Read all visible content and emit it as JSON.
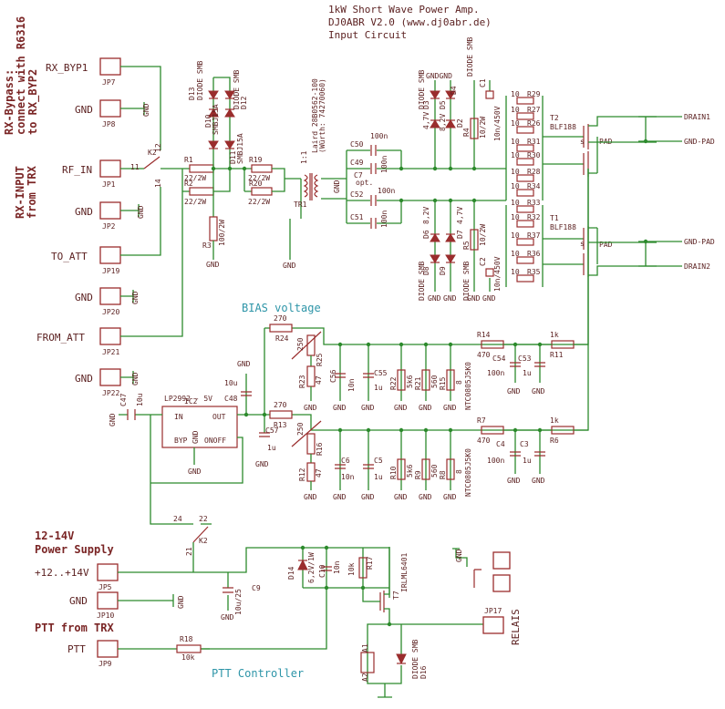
{
  "title": {
    "line1": "1kW Short Wave Power Amp.",
    "line2": "DJ0ABR  V2.0 (www.dj0abr.de)",
    "line3": "Input Circuit"
  },
  "side_notes": {
    "bypass": [
      "RX-Bypass:",
      "connect with R6316",
      "to RX_BYP2"
    ],
    "rx_input": [
      "RX-INPUT",
      "from TRX"
    ]
  },
  "sections": {
    "bias": "BIAS voltage",
    "power_supply": [
      "12-14V",
      "Power Supply"
    ],
    "ptt_from_trx": "PTT from TRX",
    "ptt_controller": "PTT Controller"
  },
  "connectors": [
    {
      "name": "RX_BYP1",
      "ref": "JP7"
    },
    {
      "name": "GND",
      "ref": "JP8"
    },
    {
      "name": "RF_IN",
      "ref": "JP1"
    },
    {
      "name": "GND",
      "ref": "JP2"
    },
    {
      "name": "TO_ATT",
      "ref": "JP19"
    },
    {
      "name": "GND",
      "ref": "JP20"
    },
    {
      "name": "FROM_ATT",
      "ref": "JP21"
    },
    {
      "name": "GND",
      "ref": "JP22"
    },
    {
      "name": "+12..+14V",
      "ref": "JP5"
    },
    {
      "name": "GND",
      "ref": "JP10"
    },
    {
      "name": "PTT",
      "ref": "JP9"
    },
    {
      "name": "RELAIS",
      "ref": "JP17"
    }
  ],
  "outputs": [
    "DRAIN1",
    "GND-PAD",
    "GND-PAD",
    "DRAIN2"
  ],
  "components": {
    "r1": [
      "R1",
      "22/2W"
    ],
    "r2": [
      "R2",
      "22/2W"
    ],
    "r3": [
      "R3",
      "100/2W"
    ],
    "r19": [
      "R19",
      "22/2W"
    ],
    "r20": [
      "R20",
      "22/2W"
    ],
    "d13": [
      "D13",
      "DIODE SMB",
      "SMBJ15A"
    ],
    "d10": [
      "D10"
    ],
    "d12": [
      "D12",
      "DIODE SMB"
    ],
    "d11": [
      "D11",
      "SMBJ15A"
    ],
    "tr1": [
      "TR1",
      "Laird 28B0562-100",
      "(Würth: 74270060)",
      "1:1"
    ],
    "c7": [
      "C7",
      "opt."
    ],
    "c50": [
      "C50",
      "100n"
    ],
    "c49": [
      "C49",
      "100n"
    ],
    "c52": [
      "C52",
      "100n"
    ],
    "c51": [
      "C51",
      "100n"
    ],
    "d3": [
      "D3",
      "4,7V",
      "DIODE SMB"
    ],
    "d5": [
      "D5"
    ],
    "d4": [
      "D4"
    ],
    "d2": [
      "D2",
      "8,2V"
    ],
    "r4": [
      "R4",
      "10/2W"
    ],
    "c1": [
      "C1",
      "10n/450V"
    ],
    "d6": [
      "D6",
      "8,2V"
    ],
    "d7": [
      "D7",
      "4,7V"
    ],
    "d8": [
      "D8"
    ],
    "d9": [
      "D9"
    ],
    "r5": [
      "R5",
      "10/2W"
    ],
    "c2": [
      "C2",
      "10n/450V"
    ],
    "gndgnd": "GNDGND",
    "t2": [
      "T2",
      "BLF188",
      "PAD"
    ],
    "t1": [
      "T1",
      "BLF188",
      "PAD"
    ],
    "gate_resistors_top": [
      [
        "10",
        "R29"
      ],
      [
        "10",
        "R27"
      ],
      [
        "10",
        "R26"
      ],
      [
        "10",
        "R31"
      ],
      [
        "10",
        "R30"
      ],
      [
        "10",
        "R28"
      ],
      [
        "10",
        "R34"
      ]
    ],
    "gate_resistors_bot": [
      [
        "10",
        "R33"
      ],
      [
        "10",
        "R32"
      ],
      [
        "10",
        "R37"
      ],
      [
        "10",
        "R36"
      ],
      [
        "10",
        "R35"
      ]
    ],
    "r24": [
      "R24",
      "270"
    ],
    "r25": [
      "R25",
      "250"
    ],
    "r23": [
      "R23",
      "47"
    ],
    "c56": [
      "C56",
      "10n"
    ],
    "c55": [
      "C55",
      "1u"
    ],
    "r22": [
      "R22",
      "5k6"
    ],
    "r21": [
      "R21",
      "560"
    ],
    "r15": [
      "R15",
      "8"
    ],
    "ntc1": "NTC0805J5K0",
    "r14": [
      "R14",
      "470"
    ],
    "r11": [
      "R11",
      "1k"
    ],
    "c54": [
      "C54",
      "100n"
    ],
    "c53": [
      "C53",
      "1u"
    ],
    "ic2": [
      "IC2",
      "LP2992 - 5V",
      "IN",
      "OUT",
      "BYP",
      "GND",
      "ONOFF"
    ],
    "c47": [
      "C47",
      "10u"
    ],
    "c48": [
      "C48",
      "10u"
    ],
    "c57": [
      "C57",
      "1u"
    ],
    "r13": [
      "R13",
      "270"
    ],
    "r16": [
      "R16",
      "250"
    ],
    "r12": [
      "R12",
      "47"
    ],
    "c6": [
      "C6",
      "10n"
    ],
    "c5": [
      "C5",
      "1u"
    ],
    "r10": [
      "R10",
      "5k6"
    ],
    "r9": [
      "R9",
      "560"
    ],
    "r8": [
      "R8",
      "8"
    ],
    "ntc2": "NTC0805J5K0",
    "r7": [
      "R7",
      "470"
    ],
    "r6": [
      "R6",
      "1k"
    ],
    "c4": [
      "C4",
      "100n"
    ],
    "c3": [
      "C3",
      "1u"
    ],
    "k2": [
      "K2",
      "11",
      "12",
      "14",
      "24",
      "22",
      "21"
    ],
    "c9": [
      "C9",
      "10u/25"
    ],
    "d14": [
      "D14",
      "6,2V/1W"
    ],
    "c10": [
      "C10",
      "10n"
    ],
    "r17": [
      "R17",
      "10k"
    ],
    "t7": [
      "T7",
      "IRLML6401"
    ],
    "r18": [
      "R18",
      "10k"
    ],
    "d16": [
      "D16",
      "DIODE SMB"
    ],
    "relay": [
      "A1",
      "A2"
    ]
  },
  "gnd_label": "GND"
}
